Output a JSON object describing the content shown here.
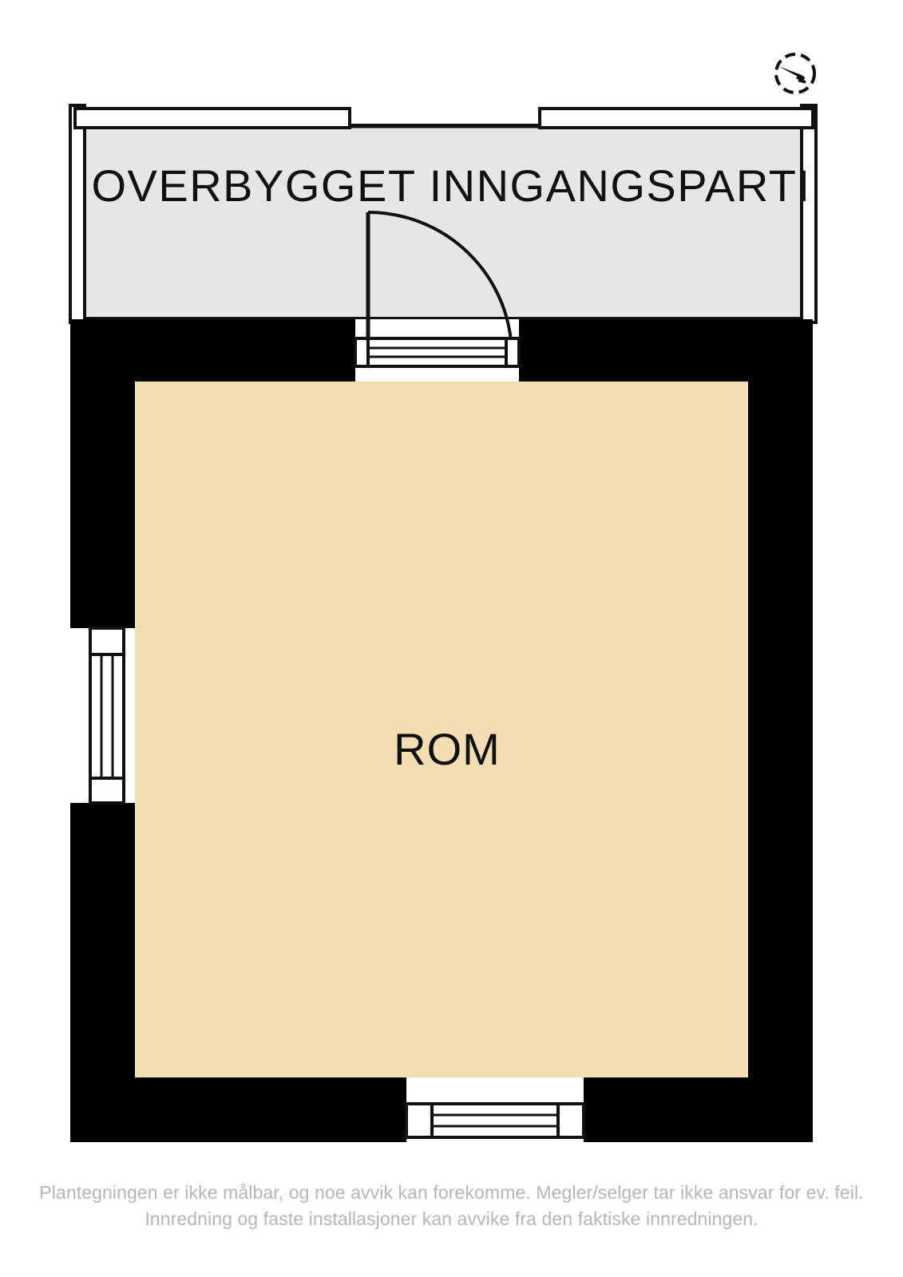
{
  "document": {
    "type": "floor-plan",
    "language": "no",
    "background_color": "#ffffff"
  },
  "compass": {
    "name": "north-arrow",
    "direction_deg": 300,
    "style": "dashed-circle-with-arrow",
    "color": "#111111"
  },
  "canopy": {
    "label": "OVERBYGGET INNGANGSPARTI",
    "fill_color": "#e6e6e6",
    "outline_color": "#111111"
  },
  "room": {
    "label": "ROM",
    "fill_color": "#f3ddb3",
    "wall_color": "#000000"
  },
  "openings": {
    "entry_door": {
      "name": "entry-door",
      "type": "swing-door",
      "swing": "right",
      "color": "#111111"
    },
    "window_left": {
      "name": "window-left",
      "type": "window",
      "orientation": "vertical",
      "color": "#111111"
    },
    "window_bottom": {
      "name": "window-bottom",
      "type": "window",
      "orientation": "horizontal",
      "color": "#111111"
    }
  },
  "footer": {
    "line1": "Plantegningen er ikke målbar, og noe avvik kan forekomme. Megler/selger tar ikke ansvar for ev. feil.",
    "line2": "Innredning og faste installasjoner kan avvike fra den faktiske innredningen.",
    "color": "#b5b5b5"
  }
}
